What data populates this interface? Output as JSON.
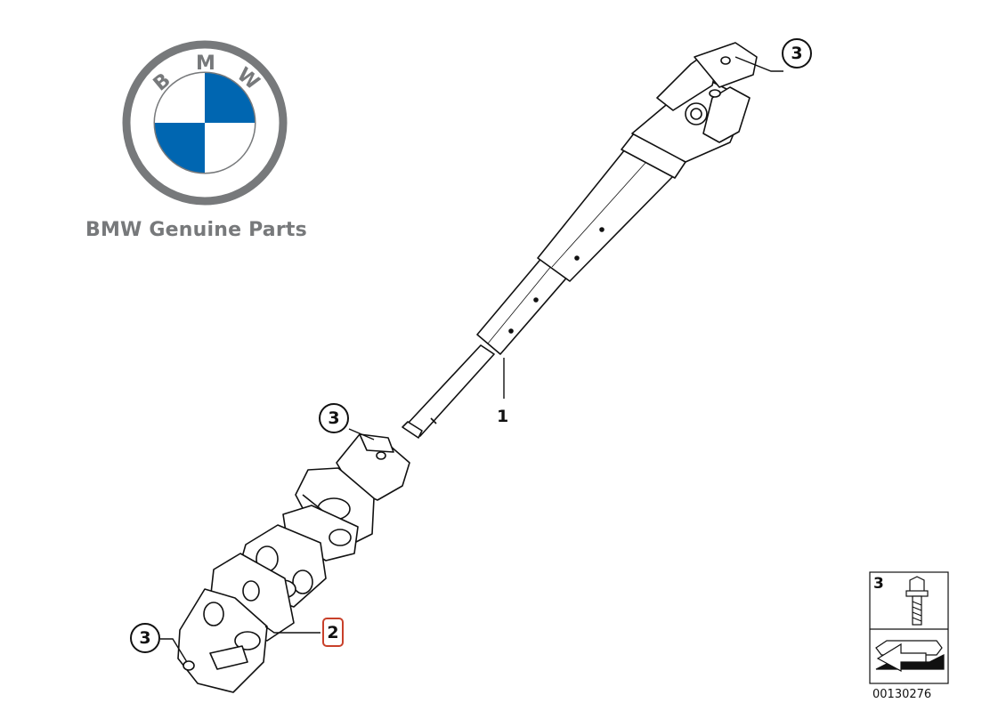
{
  "brand": {
    "logo_letters": [
      "B",
      "M",
      "W"
    ],
    "caption": "BMW Genuine Parts",
    "colors": {
      "blue": "#0066b1",
      "ring": "#77797b"
    }
  },
  "callouts": {
    "fastener_upper": "3",
    "fastener_middle": "3",
    "fastener_lower": "3",
    "steering_shaft": "1",
    "universal_joint": "2"
  },
  "legend": {
    "part_number": "3",
    "fastener_icon": "torx-bolt-icon"
  },
  "diagram_ref": "00130276",
  "highlight_color": "#c8402a"
}
